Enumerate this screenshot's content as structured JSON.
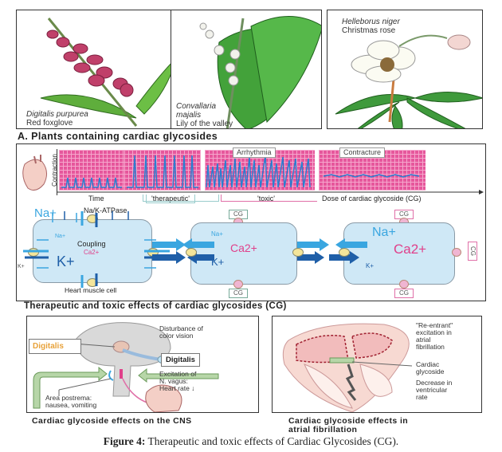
{
  "figure": {
    "section_a_title": "A. Plants containing cardiac glycosides",
    "plants": [
      {
        "latin": "Digitalis purpurea",
        "common": "Red foxglove"
      },
      {
        "latin": "Convallaria majalis",
        "latin_line1": "Convallaria",
        "latin_line2": "majalis",
        "common": "Lily of the valley"
      },
      {
        "latin": "Helleborus niger",
        "common": "Christmas rose"
      }
    ],
    "ecg_panel": {
      "y_axis_label": "Contraction",
      "x_axis_label": "Dose of cardiac glycoside (CG)",
      "segments": [
        {
          "label": "Time",
          "tag": ""
        },
        {
          "label": "'therapeutic'",
          "tag": ""
        },
        {
          "label": "'toxic'",
          "tag": "Arrhythmia"
        },
        {
          "label": "",
          "tag": "Contracture"
        }
      ]
    },
    "cells": {
      "cell1": {
        "na": "Na+",
        "atpase": "Na/K-ATPase",
        "na_small": "Na+",
        "coupling": "Coupling",
        "ca": "Ca2+",
        "k": "K+",
        "k_outside": "K+",
        "caption": "Heart muscle cell"
      },
      "cell2": {
        "na": "Na+",
        "ca": "Ca2+",
        "k": "K+",
        "cg_top": "CG",
        "cg_bottom": "CG"
      },
      "cell3": {
        "na": "Na+",
        "ca": "Ca2+",
        "k": "K+",
        "cg_top": "CG",
        "cg_bottom": "CG",
        "cg_right": "CG"
      }
    },
    "section_b_title": "Therapeutic and toxic effects of cardiac glycosides (CG)",
    "cns_panel": {
      "digitalis_box_left": "Digitalis",
      "digitalis_box_right": "Digitalis",
      "color_vision": [
        "Disturbance of",
        "color vision"
      ],
      "vagus": [
        "Excitation of",
        "N. vagus:",
        "Heart rate ↓"
      ],
      "area_postrema": [
        "Area postrema:",
        "nausea, vomiting"
      ],
      "title": "Cardiac glycoside effects on the CNS"
    },
    "af_panel": {
      "reentrant": [
        "\"Re-entrant\"",
        "excitation in",
        "atrial",
        "fibrillation"
      ],
      "cg": [
        "Cardiac",
        "glycoside"
      ],
      "decrease": [
        "Decrease in",
        "ventricular",
        "rate"
      ],
      "title_line1": "Cardiac glycoside effects in",
      "title_line2": "atrial fibrillation"
    },
    "caption_bold": "Figure 4:",
    "caption_text": " Therapeutic and toxic effects of Cardiac Glycosides (CG)."
  }
}
